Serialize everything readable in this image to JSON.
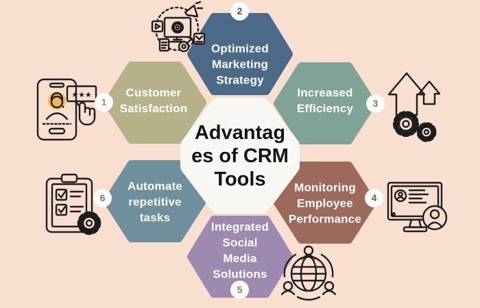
{
  "background": "#f9dfd0",
  "icon_color": "#1d1d1d",
  "accent_yellow": "#efb95a",
  "center": {
    "title": "Advantag\nes of CRM\nTools",
    "fill": "#f8f7f3",
    "text_color": "#141414"
  },
  "petals": [
    {
      "number": "1",
      "label": "Customer\nSatisfaction",
      "color": "#b6b18a",
      "number_color": "#98936b",
      "icon": "customer-satisfaction-phone-rating-icon"
    },
    {
      "number": "2",
      "label": "Optimized\nMarketing\nStrategy",
      "color": "#4c6a87",
      "number_color": "#3e5a76",
      "icon": "digital-marketing-monitor-icon"
    },
    {
      "number": "3",
      "label": "Increased\nEfficiency",
      "color": "#81a396",
      "number_color": "#5f8273",
      "icon": "growth-arrows-gears-icon"
    },
    {
      "number": "4",
      "label": "Monitoring\nEmployee\nPerformance",
      "color": "#9c6a5d",
      "number_color": "#8a5a4e",
      "icon": "employee-performance-monitor-icon"
    },
    {
      "number": "5",
      "label": "Integrated\nSocial\nMedia\nSolutions",
      "color": "#9e8ab0",
      "number_color": "#8771a0",
      "icon": "social-globe-people-icon"
    },
    {
      "number": "6",
      "label": "Automate\nrepetitive\ntasks",
      "color": "#6f8f9c",
      "number_color": "#5d7e8d",
      "icon": "clipboard-checklist-gear-icon"
    }
  ]
}
